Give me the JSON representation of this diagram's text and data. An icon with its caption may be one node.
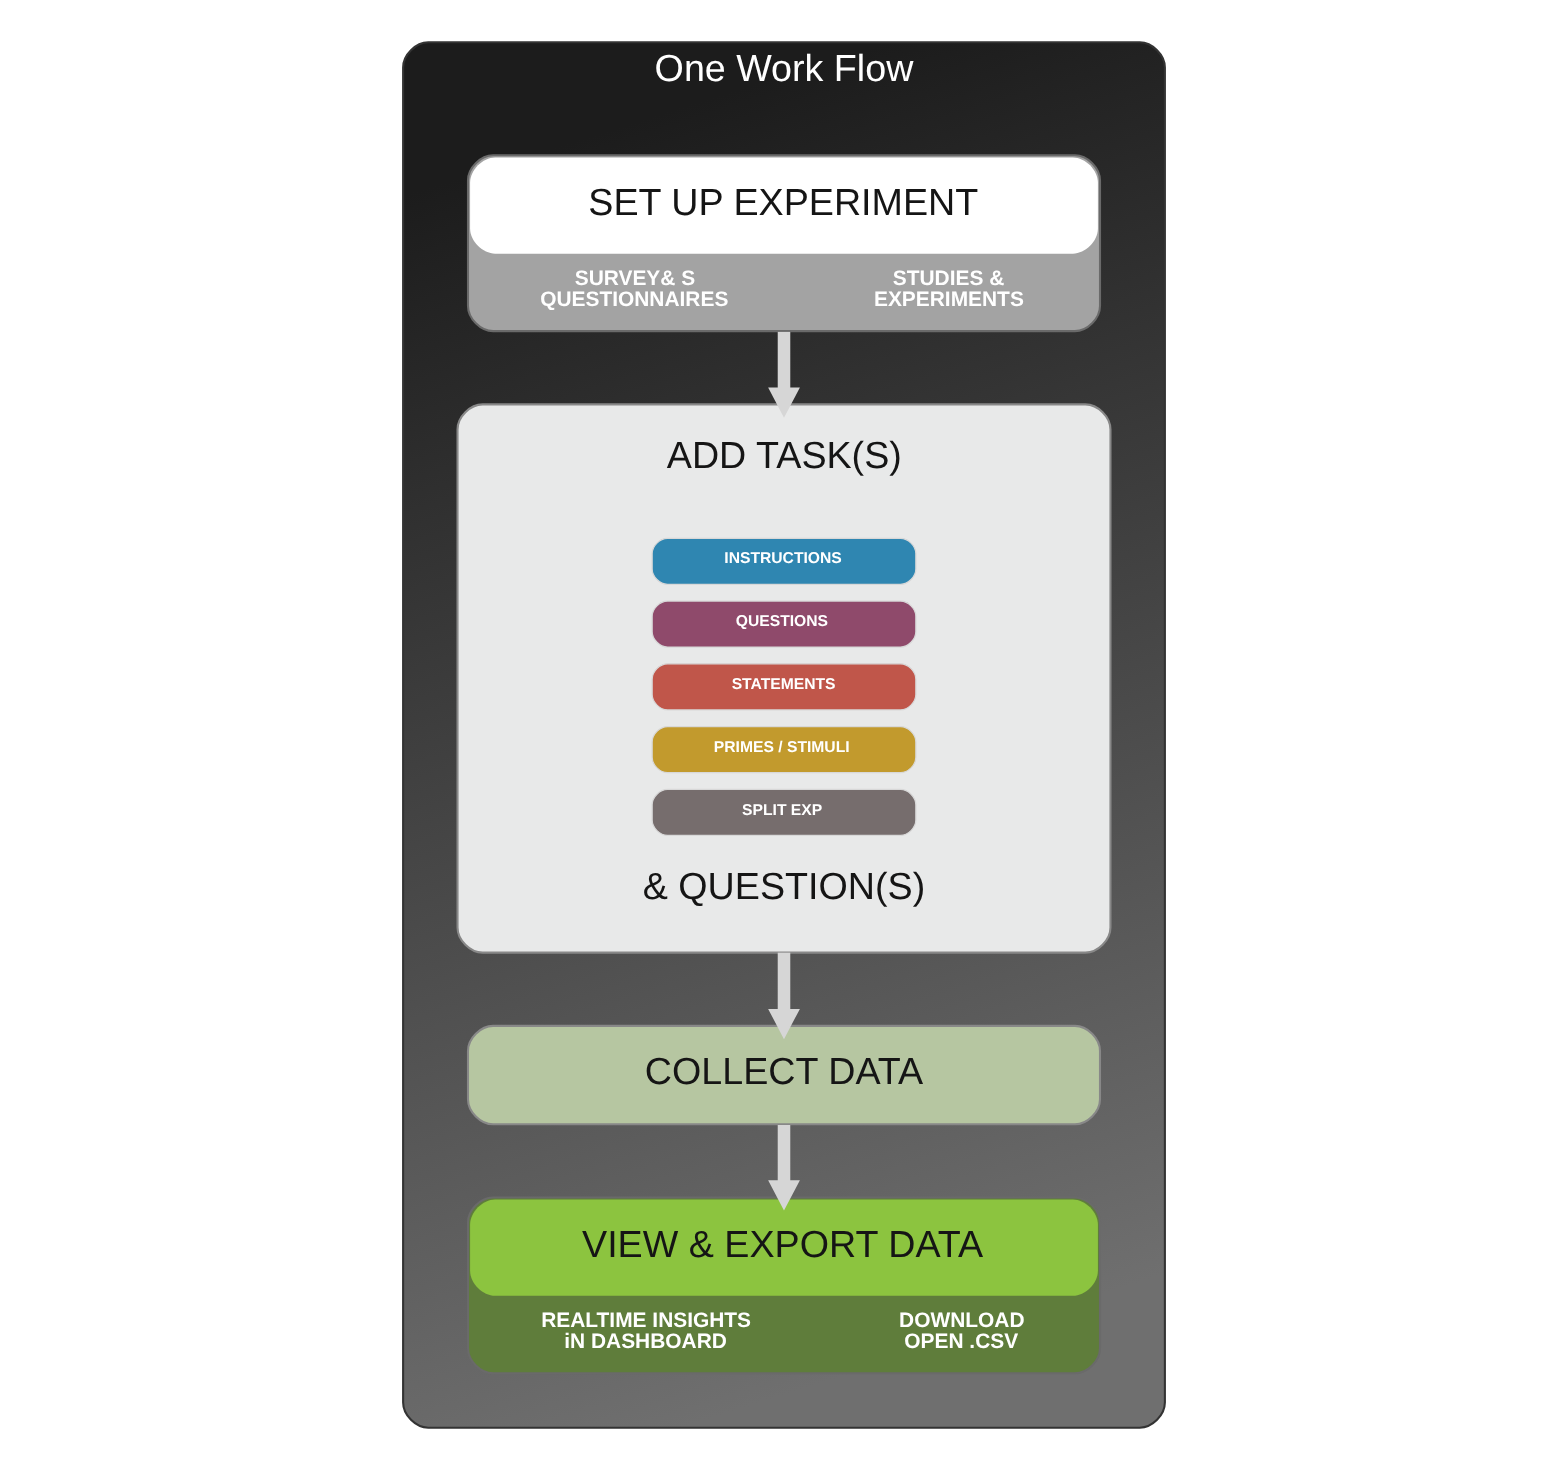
{
  "diagram": {
    "nodes": [
      {
        "text": [
          "One Work Flow"
        ]
      },
      {
        "text": [
          "SET UP EXPERIMENT",
          "SURVEY& S QUESTIONNAIRES",
          "STUDIES & EXPERIMENTS"
        ],
        "in": 0
      },
      {
        "text": [
          "ADD TASK(S)",
          "& QUESTION(S)"
        ],
        "in": 0
      },
      {
        "text": [
          "INSTRUCTIONS"
        ],
        "in": 2
      },
      {
        "text": [
          "QUESTIONS"
        ],
        "in": 2
      },
      {
        "text": [
          "STATEMENTS"
        ],
        "in": 2
      },
      {
        "text": [
          "PRIMES / STIMULI"
        ],
        "in": 2
      },
      {
        "text": [
          "SPLIT EXP"
        ],
        "in": 2
      },
      {
        "text": [
          "COLLECT DATA"
        ],
        "in": 0
      },
      {
        "text": [
          "VIEW & EXPORT DATA",
          "REALTIME INSIGHTS iN DASHBOARD",
          "DOWNLOAD OPEN .CSV"
        ],
        "in": 0
      }
    ],
    "edges": [
      {
        "from": 1,
        "to": 2,
        "arrow": "to"
      },
      {
        "from": 2,
        "to": 8,
        "arrow": "to"
      },
      {
        "from": 8,
        "to": 9,
        "arrow": "to"
      }
    ]
  }
}
